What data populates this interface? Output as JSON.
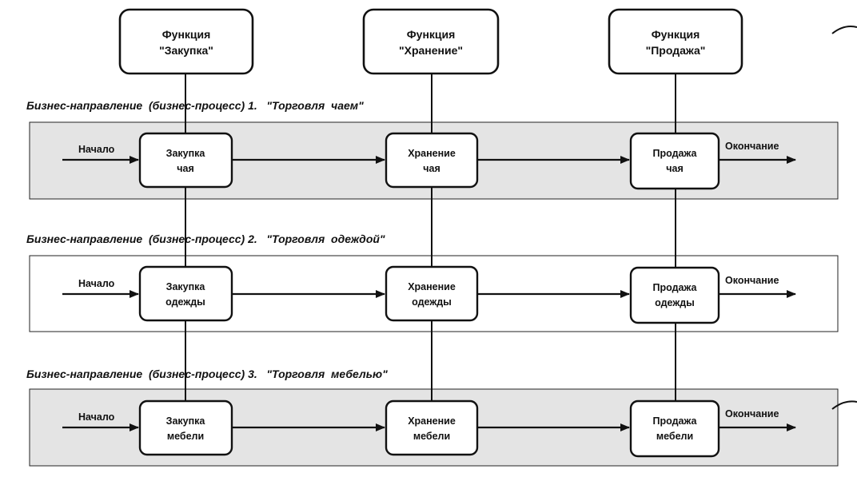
{
  "functions": [
    {
      "line1": "Функция",
      "line2": "\"Закупка\""
    },
    {
      "line1": "Функция",
      "line2": "\"Хранение\""
    },
    {
      "line1": "Функция",
      "line2": "\"Продажа\""
    }
  ],
  "lanes": [
    {
      "title": "Бизнес-направление  (бизнес-процесс) 1.   \"Торговля  чаем\"",
      "shaded": true,
      "start_label": "Начало",
      "end_label": "Окончание",
      "steps": [
        {
          "line1": "Закупка",
          "line2": "чая"
        },
        {
          "line1": "Хранение",
          "line2": "чая"
        },
        {
          "line1": "Продажа",
          "line2": "чая"
        }
      ]
    },
    {
      "title": "Бизнес-направление  (бизнес-процесс) 2.   \"Торговля  одеждой\"",
      "shaded": false,
      "start_label": "Начало",
      "end_label": "Окончание",
      "steps": [
        {
          "line1": "Закупка",
          "line2": "одежды"
        },
        {
          "line1": "Хранение",
          "line2": "одежды"
        },
        {
          "line1": "Продажа",
          "line2": "одежды"
        }
      ]
    },
    {
      "title": "Бизнес-направление  (бизнес-процесс) 3.   \"Торговля  мебелью\"",
      "shaded": true,
      "start_label": "Начало",
      "end_label": "Окончание",
      "steps": [
        {
          "line1": "Закупка",
          "line2": "мебели"
        },
        {
          "line1": "Хранение",
          "line2": "мебели"
        },
        {
          "line1": "Продажа",
          "line2": "мебели"
        }
      ]
    }
  ],
  "colors": {
    "lane_shaded": "#e4e4e4",
    "lane_plain": "#ffffff",
    "stroke": "#111111"
  }
}
